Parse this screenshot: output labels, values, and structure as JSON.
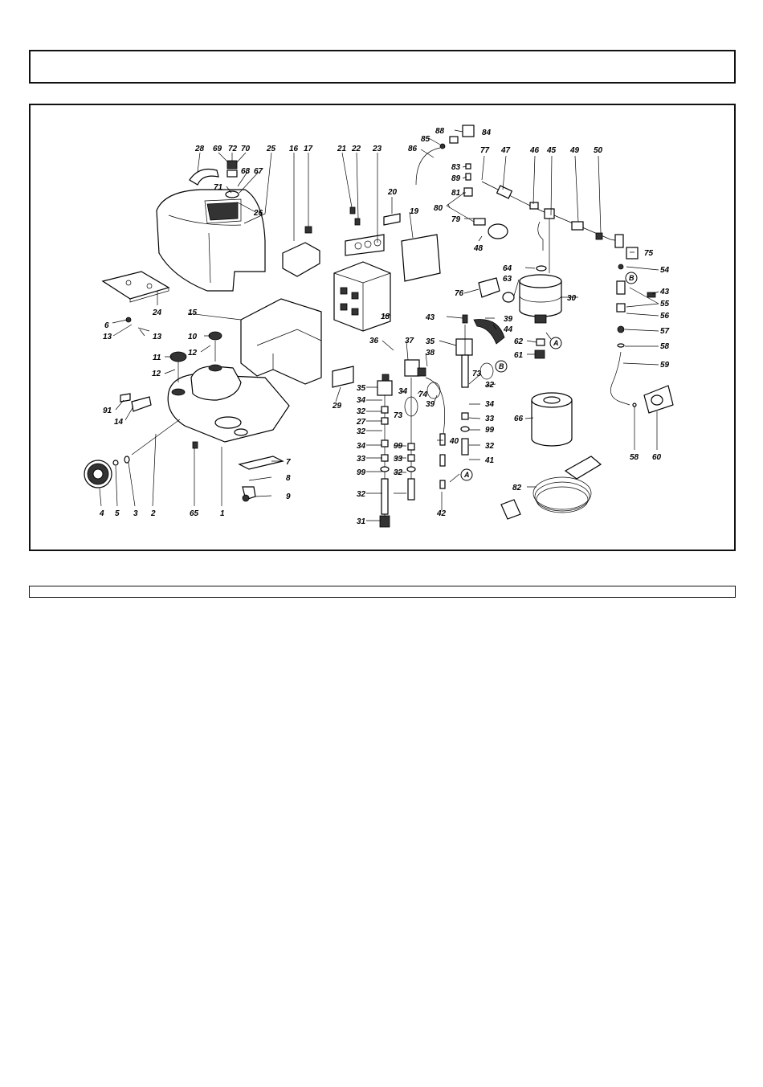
{
  "title_box": {
    "text": ""
  },
  "table_header": {
    "text": ""
  },
  "callouts": {
    "c28": "28",
    "c69": "69",
    "c72": "72",
    "c70": "70",
    "c25": "25",
    "c68": "68",
    "c67": "67",
    "c71": "71",
    "c26": "26",
    "c16": "16",
    "c17": "17",
    "c21": "21",
    "c22": "22",
    "c23": "23",
    "c20": "20",
    "c19": "19",
    "c24": "24",
    "c15": "15",
    "c18": "18",
    "c6": "6",
    "c13a": "13",
    "c13b": "13",
    "c10": "10",
    "c12a": "12",
    "c11": "11",
    "c12b": "12",
    "c91": "91",
    "c14": "14",
    "c7": "7",
    "c8": "8",
    "c9": "9",
    "c4": "4",
    "c5": "5",
    "c3": "3",
    "c2": "2",
    "c65": "65",
    "c1": "1",
    "c29": "29",
    "c88": "88",
    "c84": "84",
    "c85": "85",
    "c86": "86",
    "c77": "77",
    "c47": "47",
    "c46": "46",
    "c45": "45",
    "c49": "49",
    "c50": "50",
    "c83": "83",
    "c89": "89",
    "c81": "81",
    "c80": "80",
    "c79": "79",
    "c48": "48",
    "c75": "75",
    "c64": "64",
    "c54": "54",
    "c63": "63",
    "c43a": "43",
    "c76": "76",
    "c30": "30",
    "c55": "55",
    "c56": "56",
    "c43b": "43",
    "c39a": "39",
    "c44": "44",
    "c57": "57",
    "c62": "62",
    "c58a": "58",
    "c61": "61",
    "c36": "36",
    "c37": "37",
    "c35a": "35",
    "c38": "38",
    "c59": "59",
    "c35b": "35",
    "c73a": "73",
    "c32a": "32",
    "c34a": "34",
    "c74": "74",
    "c34b": "34",
    "c32b": "32",
    "c73b": "73",
    "c39b": "39",
    "c33a": "33",
    "c27": "27",
    "c66": "66",
    "c32c": "32",
    "c99a": "99",
    "c40": "40",
    "c32d": "32",
    "c34c": "34",
    "c34d": "34",
    "c41": "41",
    "c33b": "33",
    "c33c": "33",
    "c58b": "58",
    "c60": "60",
    "c99b": "99",
    "c99c": "99",
    "c32e": "32",
    "c32f": "32",
    "c42": "42",
    "c82": "82",
    "c31": "31",
    "mA1": "A",
    "mA2": "A",
    "mB1": "B",
    "mB2": "B"
  }
}
